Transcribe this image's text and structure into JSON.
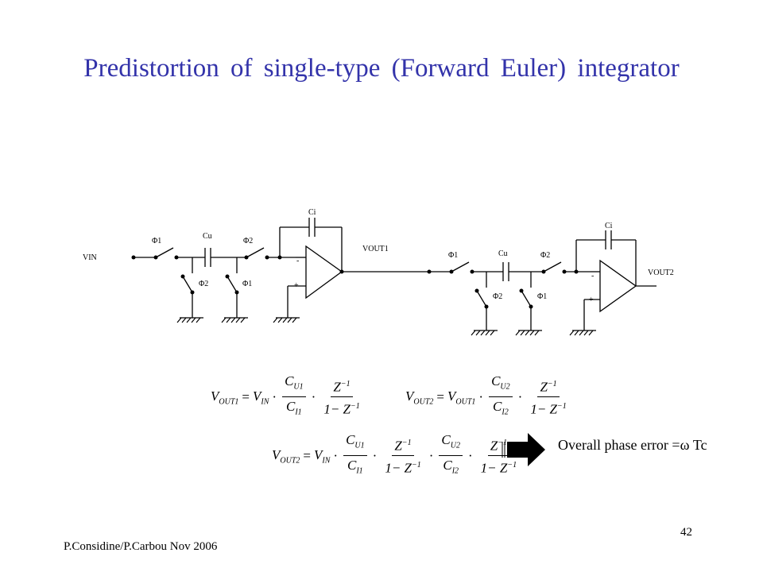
{
  "title": "Predistortion of single-type (Forward Euler) integrator",
  "circuit": {
    "vin": "VIN",
    "vout1": "VOUT1",
    "vout2": "VOUT2",
    "phi1": "Φ1",
    "phi2": "Φ2",
    "cu": "Cu",
    "ci": "Ci",
    "minus": "-",
    "plus": "+"
  },
  "equations": {
    "eq1": {
      "lhs": "V",
      "lhs_sub": "OUT1",
      "eq": "=",
      "v": "V",
      "v_sub": "IN",
      "c_num": "C",
      "c_num_sub": "U1",
      "c_den": "C",
      "c_den_sub": "I1",
      "z_num": "Z",
      "z_exp": "−1",
      "z_den": "1− Z",
      "z_den_exp": "−1"
    },
    "eq2": {
      "lhs": "V",
      "lhs_sub": "OUT2",
      "eq": "=",
      "v": "V",
      "v_sub": "OUT1",
      "c_num": "C",
      "c_num_sub": "U2",
      "c_den": "C",
      "c_den_sub": "I2",
      "z_num": "Z",
      "z_exp": "−1",
      "z_den": "1− Z",
      "z_den_exp": "−1"
    },
    "eq3": {
      "lhs": "V",
      "lhs_sub": "OUT2",
      "eq": "=",
      "v": "V",
      "v_sub": "IN",
      "c1_num_sub": "U1",
      "c1_den_sub": "I1",
      "c2_num_sub": "U2",
      "c2_den_sub": "I2",
      "c": "C",
      "z_num": "Z",
      "z_exp": "−1",
      "z_den": "1− Z",
      "z_den_exp": "−1",
      "dot": "·"
    }
  },
  "phase_error_text": "Overall phase error =ω Tc",
  "footer": "P.Considine/P.Carbou Nov 2006",
  "page_number": "42"
}
